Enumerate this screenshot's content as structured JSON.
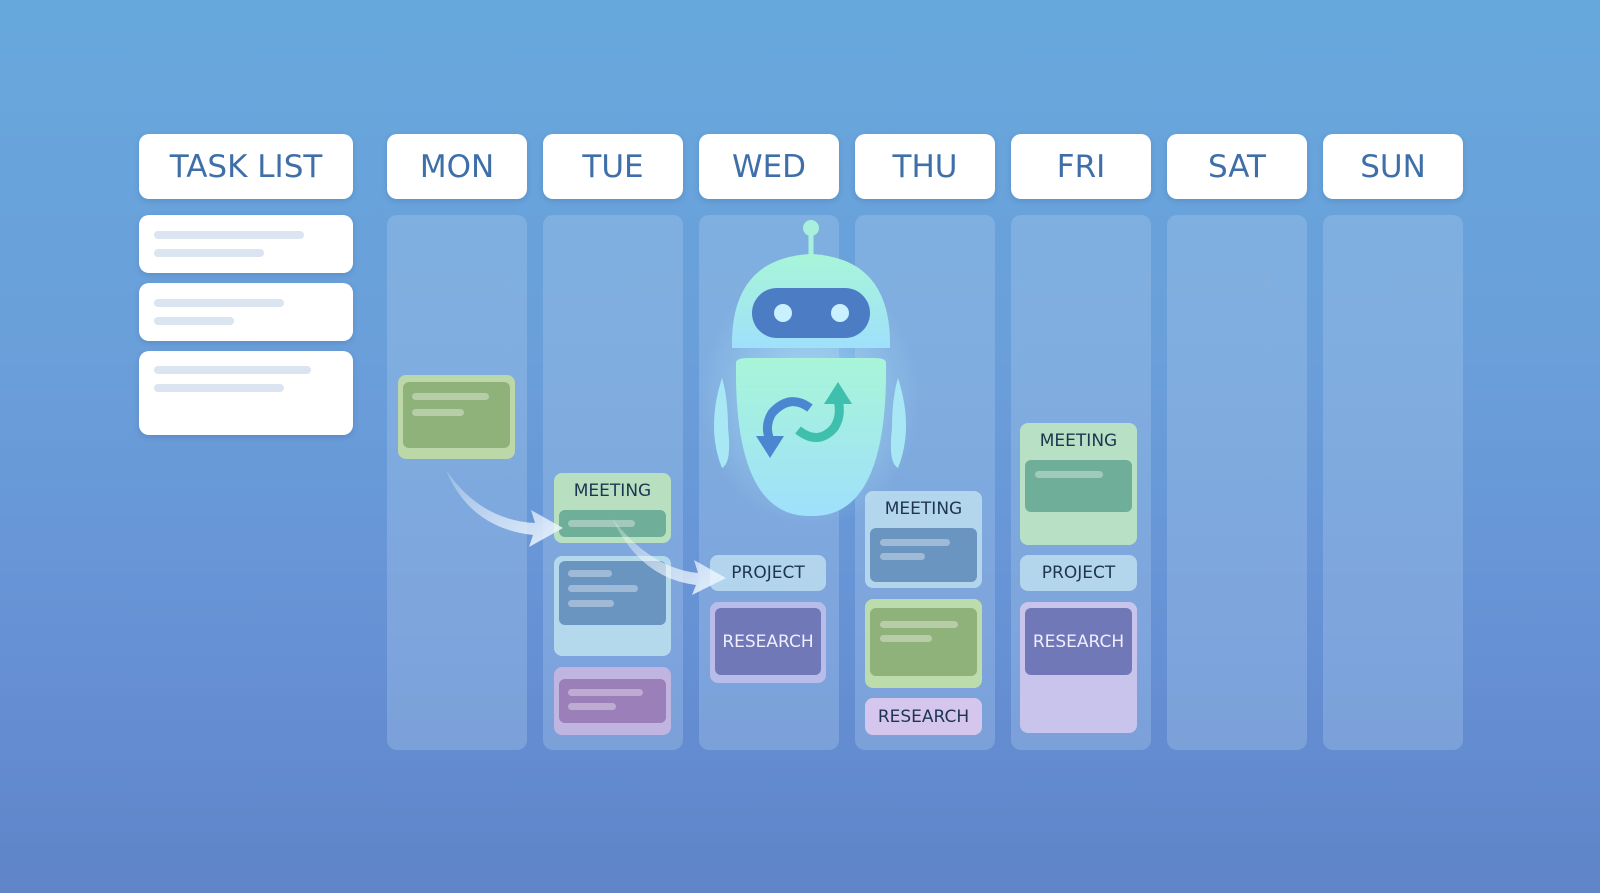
{
  "task_list": {
    "title": "TASK LIST",
    "items": [
      {
        "lines": 2
      },
      {
        "lines": 2
      },
      {
        "lines": 2
      }
    ]
  },
  "days": [
    "MON",
    "TUE",
    "WED",
    "THU",
    "FRI",
    "SAT",
    "SUN"
  ],
  "cards": {
    "meeting": "MEETING",
    "project": "PROJECT",
    "research": "RESEARCH"
  },
  "colors": {
    "green": "#8fb27a",
    "blue": "#6a95c0",
    "purple": "#9a7fb8",
    "indigo": "#7078b8",
    "accent": "#8ef0c8"
  },
  "robot": {
    "icon": "robot-sync-icon"
  }
}
